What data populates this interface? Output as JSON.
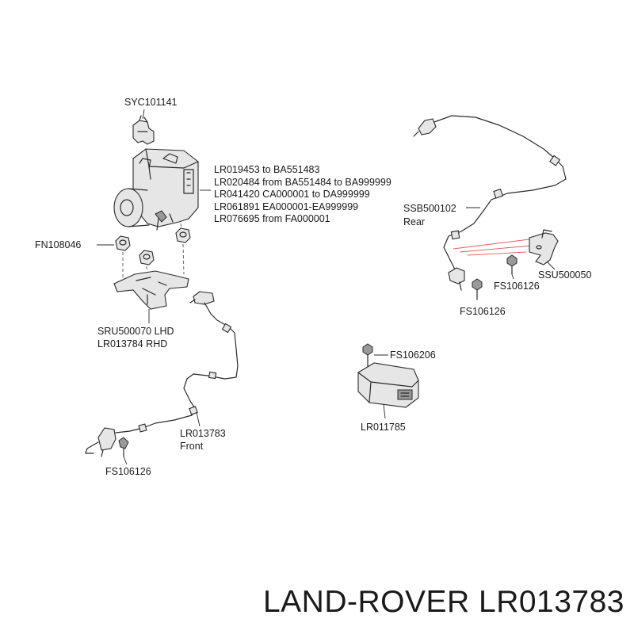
{
  "labels": {
    "syc": "SYC101141",
    "abs_line1": "LR019453 to BA551483",
    "abs_line2": "LR020484 from BA551484 to BA999999",
    "abs_line3": "LR041420 CA000001 to DA999999",
    "abs_line4": "LR061891 EA000001-EA999999",
    "abs_line5": "LR076695 from FA000001",
    "fn": "FN108046",
    "sru_line1": "SRU500070 LHD",
    "sru_line2": "LR013784 RHD",
    "ssb_line1": "SSB500102",
    "ssb_line2": "Rear",
    "ssu": "SSU500050",
    "fs_rear_a": "FS106126",
    "fs_rear_b": "FS106126",
    "fs_sensor": "FS106206",
    "lr011785": "LR011785",
    "lr013783_line1": "LR013783",
    "lr013783_line2": "Front",
    "fs_front": "FS106126"
  },
  "footer": "LAND-ROVER LR013783"
}
